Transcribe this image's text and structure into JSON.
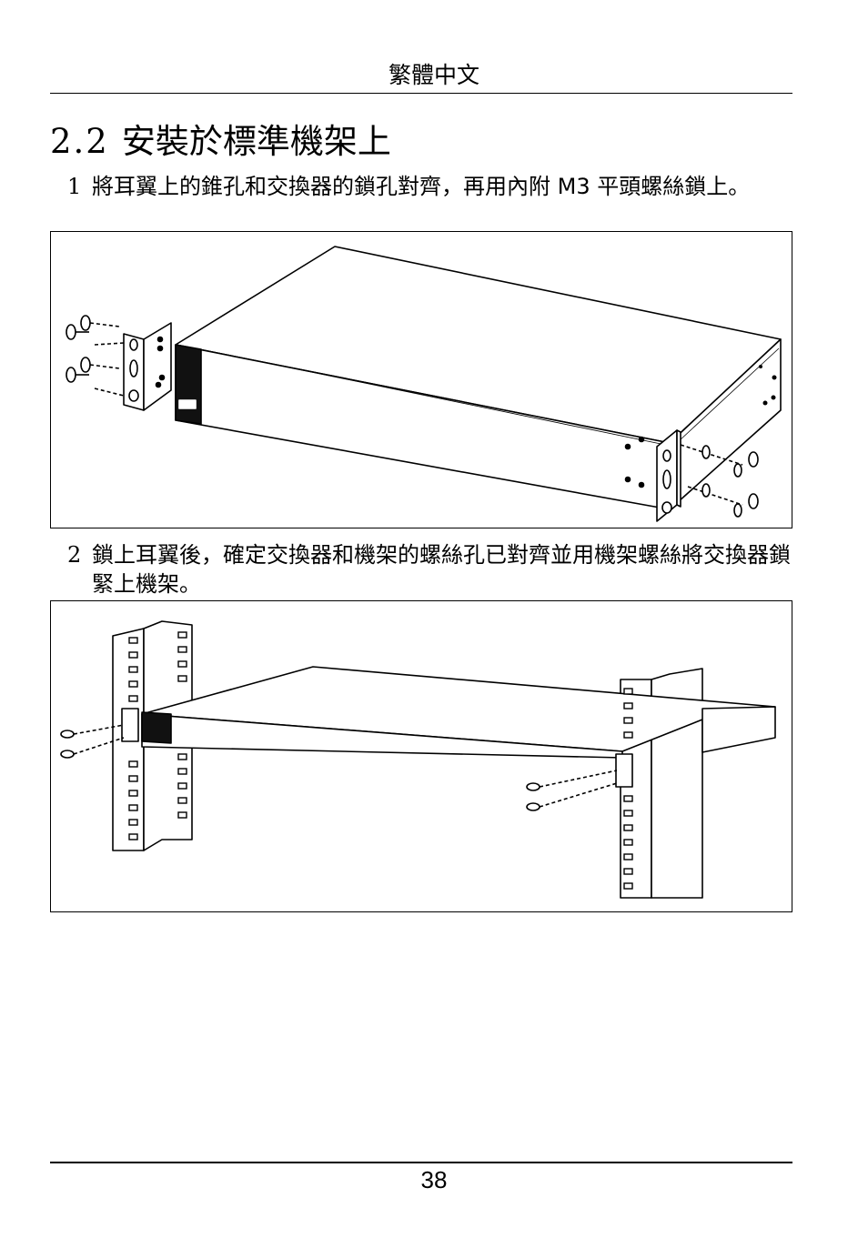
{
  "header": {
    "language_label": "繁體中文"
  },
  "section": {
    "number": "2.2",
    "title": "安裝於標準機架上"
  },
  "steps": [
    {
      "number": "1",
      "text": "將耳翼上的錐孔和交換器的鎖孔對齊，再用內附 M3 平頭螺絲鎖上。"
    },
    {
      "number": "2",
      "text": "鎖上耳翼後，確定交換器和機架的螺絲孔已對齊並用機架螺絲將交換器鎖緊上機架。"
    }
  ],
  "footer": {
    "page_number": "38"
  }
}
